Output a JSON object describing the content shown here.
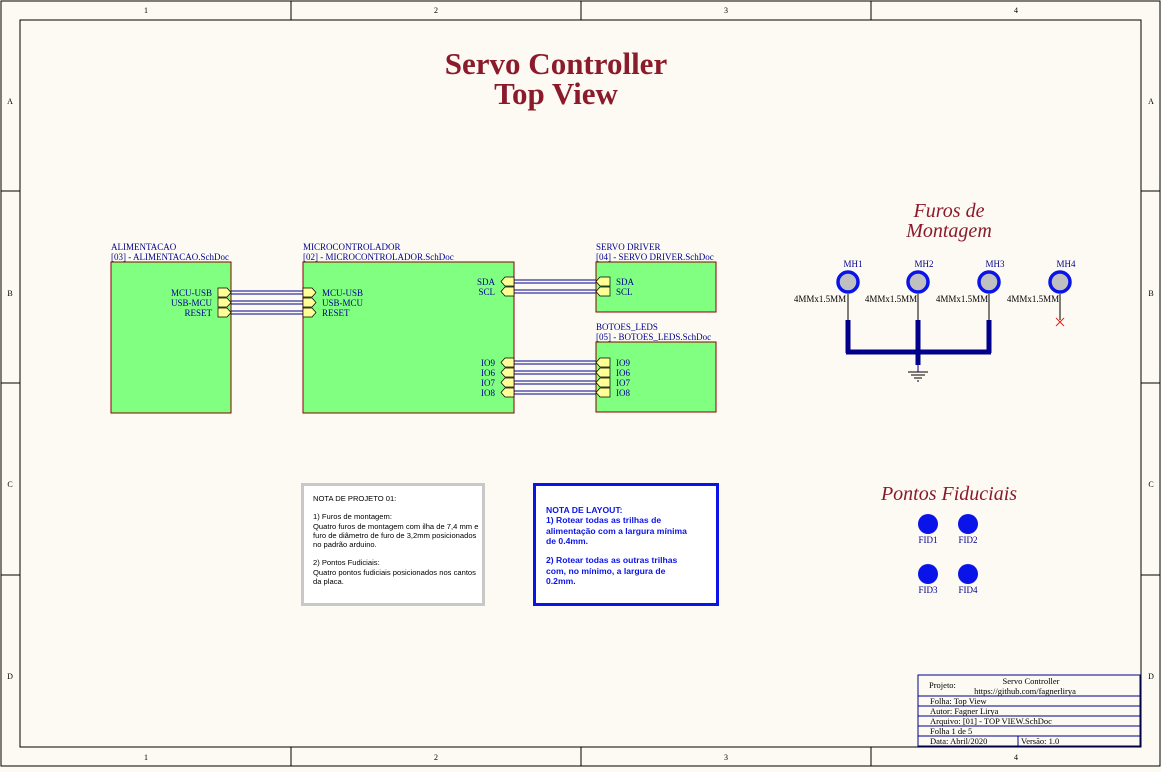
{
  "frame": {
    "columns": [
      "1",
      "2",
      "3",
      "4"
    ],
    "rows": [
      "A",
      "B",
      "C",
      "D"
    ]
  },
  "title": {
    "line1": "Servo Controller",
    "line2": "Top View"
  },
  "sheets": [
    {
      "id": "alimentacao",
      "name": "ALIMENTACAO",
      "file": "[03] - ALIMENTACAO.SchDoc",
      "ports": [
        "MCU-USB",
        "USB-MCU",
        "RESET"
      ]
    },
    {
      "id": "microcontrolador",
      "name": "MICROCONTROLADOR",
      "file": "[02] - MICROCONTROLADOR.SchDoc",
      "ports_left": [
        "MCU-USB",
        "USB-MCU",
        "RESET"
      ],
      "ports_right_top": [
        "SDA",
        "SCL"
      ],
      "ports_right_bottom": [
        "IO9",
        "IO6",
        "IO7",
        "IO8"
      ]
    },
    {
      "id": "servo-driver",
      "name": "SERVO DRIVER",
      "file": "[04] - SERVO DRIVER.SchDoc",
      "ports": [
        "SDA",
        "SCL"
      ]
    },
    {
      "id": "botoes-leds",
      "name": "BOTOES_LEDS",
      "file": "[05] - BOTOES_LEDS.SchDoc",
      "ports": [
        "IO9",
        "IO6",
        "IO7",
        "IO8"
      ]
    }
  ],
  "mounting": {
    "title_line1": "Furos de",
    "title_line2": "Montagem",
    "holes": [
      {
        "ref": "MH1",
        "value": "4MMx1.5MM"
      },
      {
        "ref": "MH2",
        "value": "4MMx1.5MM"
      },
      {
        "ref": "MH3",
        "value": "4MMx1.5MM"
      },
      {
        "ref": "MH4",
        "value": "4MMx1.5MM"
      }
    ]
  },
  "fiducials": {
    "title": "Pontos Fiduciais",
    "items": [
      "FID1",
      "FID2",
      "FID3",
      "FID4"
    ]
  },
  "note_project": [
    "NOTA DE PROJETO 01:",
    "",
    "1) Furos de montagem:",
    "Quatro furos de montagem com ilha de 7,4 mm e",
    "furo de diâmetro de furo de 3,2mm posicionados",
    "no padrão arduino.",
    "",
    "2) Pontos Fudiciais:",
    "Quatro pontos fudiciais posicionados nos cantos",
    "da placa."
  ],
  "note_layout": [
    "NOTA DE LAYOUT:",
    "1) Rotear todas as trilhas de",
    "alimentação com a largura mínima",
    "de 0.4mm.",
    "",
    "2) Rotear todas as outras trilhas",
    "com, no mínimo, a largura de",
    "0.2mm."
  ],
  "title_block": {
    "project_label": "Projeto:",
    "project_name": "Servo Controller",
    "project_url": "https://github.com/fagnerlirya",
    "sheet": "Folha:   Top View",
    "author": "Autor:   Fagner Lirya",
    "file": "Arquivo:   [01] - TOP VIEW.SchDoc",
    "page": "Folha 1    de 5",
    "date": "Data: Abril/2020",
    "version": "Versão: 1.0"
  },
  "colors": {
    "sheet_fill": "#80ff80",
    "sheet_border": "#8b0000",
    "wire": "#00008b",
    "port_fill": "#ffff96",
    "title": "#8b1a2b",
    "hole_ring": "#0a14e8",
    "hole_center": "#c0c0c0",
    "fiducial": "#0a14e8",
    "layout_note": "#0a14e8",
    "no_connect": "#e02020"
  }
}
